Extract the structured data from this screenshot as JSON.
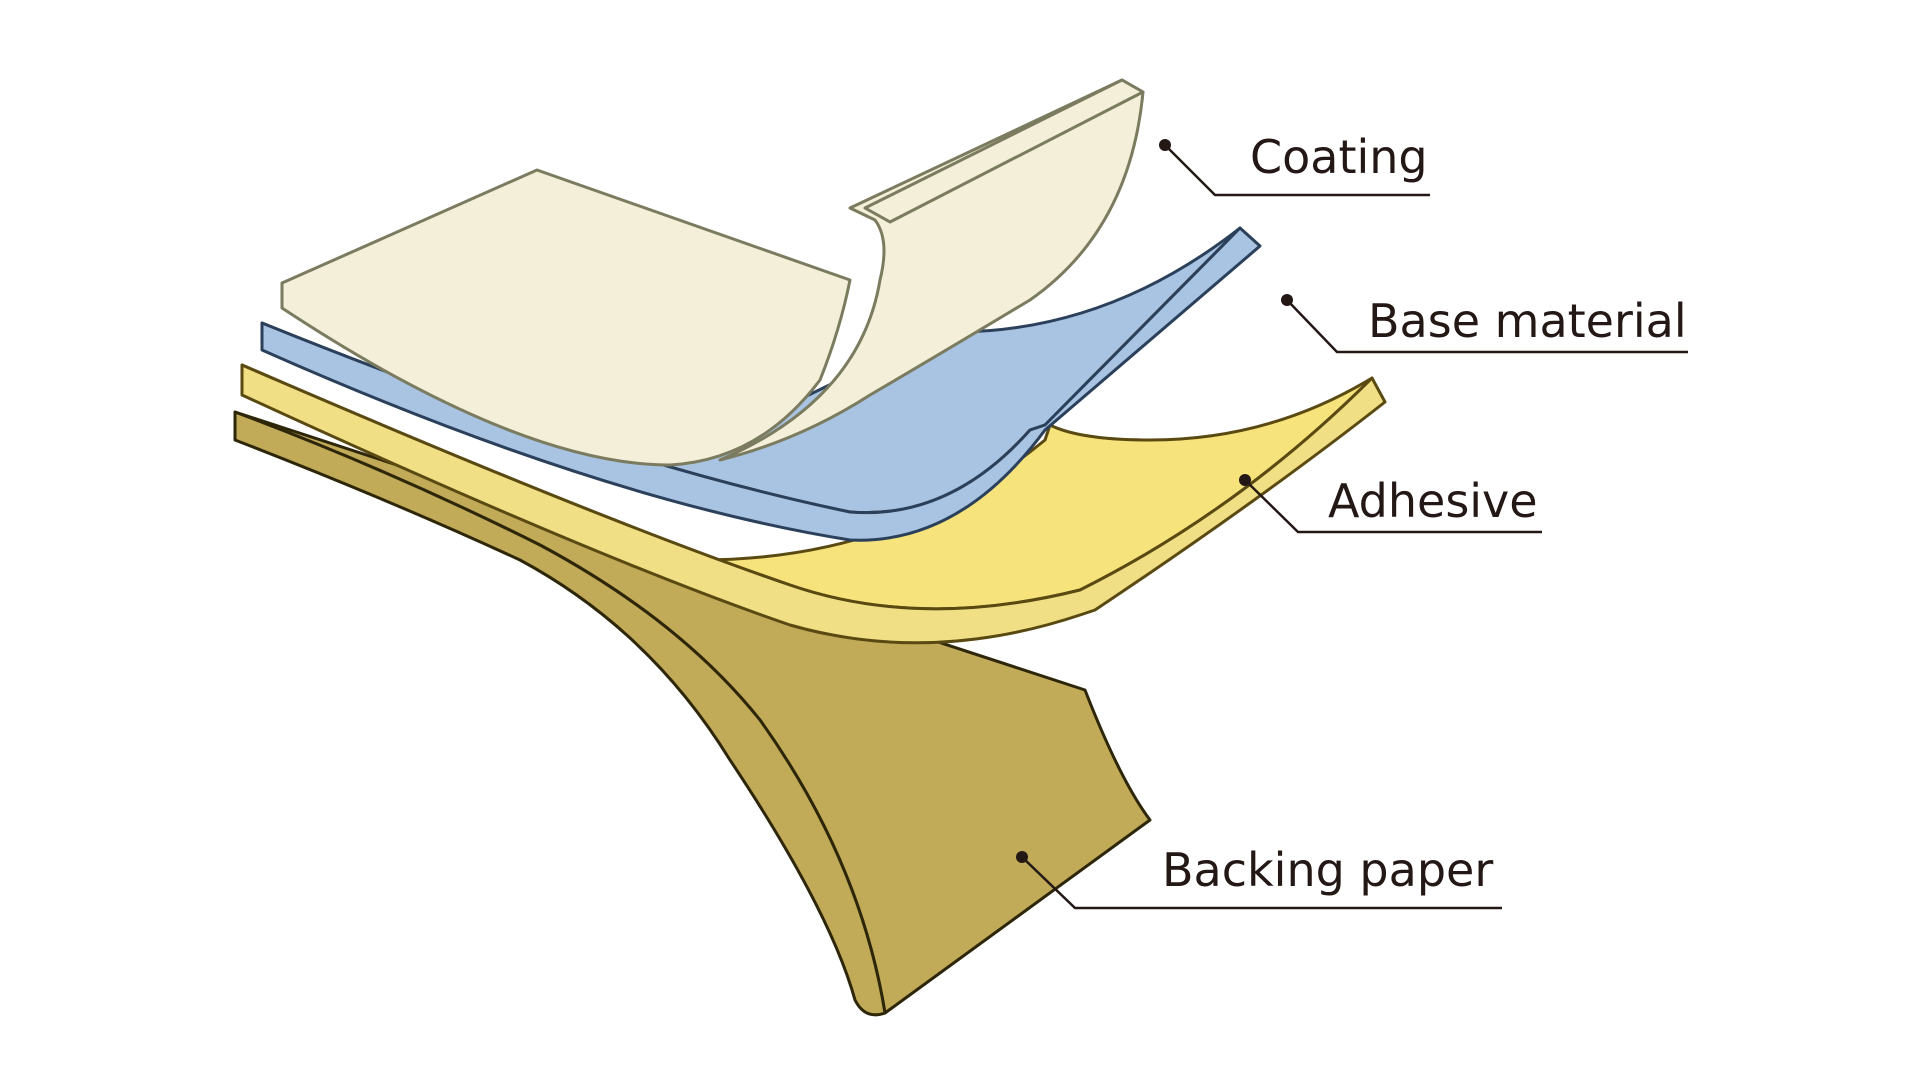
{
  "layers": [
    {
      "key": "coating",
      "label": "Coating",
      "fill": "#f3efd8",
      "edge_fill": "#f3efd8",
      "stroke": "#7b7b5f"
    },
    {
      "key": "base_material",
      "label": "Base material",
      "fill": "#a8c4e2",
      "edge_fill": "#a8c4e2",
      "stroke": "#2b405a"
    },
    {
      "key": "adhesive",
      "label": "Adhesive",
      "fill": "#f7e37c",
      "edge_fill": "#f1df86",
      "stroke": "#5a4a12"
    },
    {
      "key": "backing_paper",
      "label": "Backing paper",
      "fill": "#c1aa58",
      "edge_fill": "#c1aa58",
      "stroke": "#2e2608"
    }
  ],
  "leader_color": "#231815"
}
